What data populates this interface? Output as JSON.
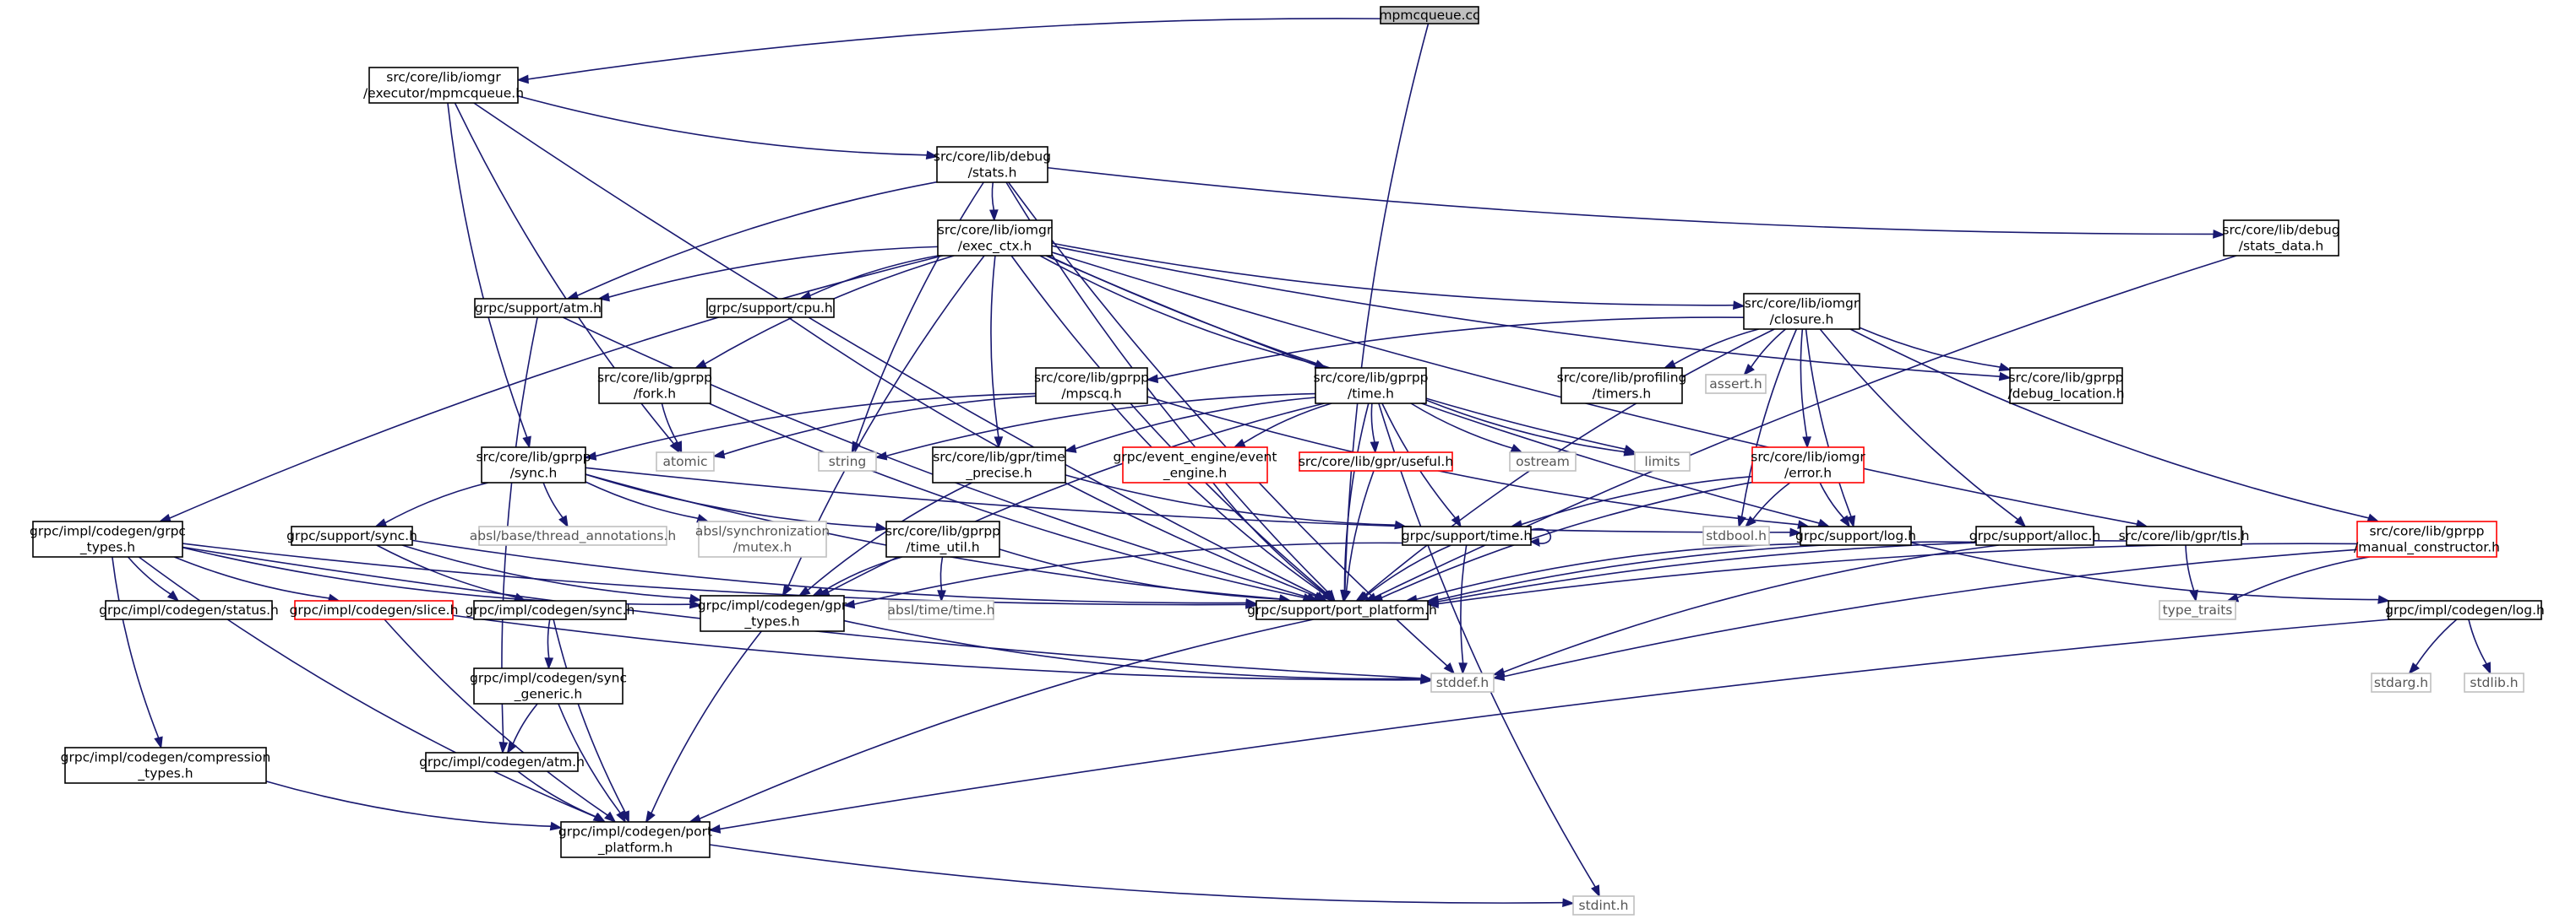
{
  "colors": {
    "edge": "#191970",
    "box_border": "#000000",
    "truncated_border": "#ff0000",
    "missing_border": "#bfbfbf",
    "missing_text": "#555555",
    "root_fill": "#bfbfbf",
    "text": "#000000"
  },
  "nodes": {
    "root": {
      "lines": [
        "mpmcqueue.cc"
      ],
      "kind": "root"
    },
    "mpmcq": {
      "lines": [
        "src/core/lib/iomgr",
        "/executor/mpmcqueue.h"
      ],
      "kind": "normal"
    },
    "stats": {
      "lines": [
        "src/core/lib/debug",
        "/stats.h"
      ],
      "kind": "normal"
    },
    "execctx": {
      "lines": [
        "src/core/lib/iomgr",
        "/exec_ctx.h"
      ],
      "kind": "normal"
    },
    "statsdata": {
      "lines": [
        "src/core/lib/debug",
        "/stats_data.h"
      ],
      "kind": "normal"
    },
    "atm": {
      "lines": [
        "grpc/support/atm.h"
      ],
      "kind": "normal"
    },
    "cpu": {
      "lines": [
        "grpc/support/cpu.h"
      ],
      "kind": "normal"
    },
    "closure": {
      "lines": [
        "src/core/lib/iomgr",
        "/closure.h"
      ],
      "kind": "normal"
    },
    "fork": {
      "lines": [
        "src/core/lib/gprpp",
        "/fork.h"
      ],
      "kind": "normal"
    },
    "mpscq": {
      "lines": [
        "src/core/lib/gprpp",
        "/mpscq.h"
      ],
      "kind": "normal"
    },
    "time": {
      "lines": [
        "src/core/lib/gprpp",
        "/time.h"
      ],
      "kind": "normal"
    },
    "timers": {
      "lines": [
        "src/core/lib/profiling",
        "/timers.h"
      ],
      "kind": "normal"
    },
    "assert": {
      "lines": [
        "assert.h"
      ],
      "kind": "missing"
    },
    "debugloc": {
      "lines": [
        "src/core/lib/gprpp",
        "/debug_location.h"
      ],
      "kind": "normal"
    },
    "atomic": {
      "lines": [
        "atomic"
      ],
      "kind": "missing"
    },
    "string": {
      "lines": [
        "string"
      ],
      "kind": "missing"
    },
    "timeprecise": {
      "lines": [
        "src/core/lib/gpr/time",
        "_precise.h"
      ],
      "kind": "normal"
    },
    "eventengine": {
      "lines": [
        "grpc/event_engine/event",
        "_engine.h"
      ],
      "kind": "truncated"
    },
    "useful": {
      "lines": [
        "src/core/lib/gpr/useful.h"
      ],
      "kind": "truncated"
    },
    "ostream": {
      "lines": [
        "ostream"
      ],
      "kind": "missing"
    },
    "limits": {
      "lines": [
        "limits"
      ],
      "kind": "missing"
    },
    "error": {
      "lines": [
        "src/core/lib/iomgr",
        "/error.h"
      ],
      "kind": "truncated"
    },
    "sync": {
      "lines": [
        "src/core/lib/gprpp",
        "/sync.h"
      ],
      "kind": "normal"
    },
    "grpctypes": {
      "lines": [
        "grpc/impl/codegen/grpc",
        "_types.h"
      ],
      "kind": "normal"
    },
    "absl_ta": {
      "lines": [
        "absl/base/thread_annotations.h"
      ],
      "kind": "missing"
    },
    "absl_mutex": {
      "lines": [
        "absl/synchronization",
        "/mutex.h"
      ],
      "kind": "missing"
    },
    "timeutil": {
      "lines": [
        "src/core/lib/gprpp",
        "/time_util.h"
      ],
      "kind": "normal"
    },
    "suptime": {
      "lines": [
        "grpc/support/time.h"
      ],
      "kind": "normal"
    },
    "stdbool": {
      "lines": [
        "stdbool.h"
      ],
      "kind": "missing"
    },
    "suplog": {
      "lines": [
        "grpc/support/log.h"
      ],
      "kind": "normal"
    },
    "alloc": {
      "lines": [
        "grpc/support/alloc.h"
      ],
      "kind": "normal"
    },
    "tls": {
      "lines": [
        "src/core/lib/gpr/tls.h"
      ],
      "kind": "normal"
    },
    "manual": {
      "lines": [
        "src/core/lib/gprpp",
        "/manual_constructor.h"
      ],
      "kind": "truncated"
    },
    "supsync": {
      "lines": [
        "grpc/support/sync.h"
      ],
      "kind": "normal"
    },
    "status": {
      "lines": [
        "grpc/impl/codegen/status.h"
      ],
      "kind": "normal"
    },
    "slice": {
      "lines": [
        "grpc/impl/codegen/slice.h"
      ],
      "kind": "truncated"
    },
    "codegensync": {
      "lines": [
        "grpc/impl/codegen/sync.h"
      ],
      "kind": "normal"
    },
    "gprtypes": {
      "lines": [
        "grpc/impl/codegen/gpr",
        "_types.h"
      ],
      "kind": "normal"
    },
    "abseltime": {
      "lines": [
        "absl/time/time.h"
      ],
      "kind": "missing"
    },
    "portplat": {
      "lines": [
        "grpc/support/port_platform.h"
      ],
      "kind": "normal"
    },
    "typetraits": {
      "lines": [
        "type_traits"
      ],
      "kind": "missing"
    },
    "codegenlog": {
      "lines": [
        "grpc/impl/codegen/log.h"
      ],
      "kind": "normal"
    },
    "stddef": {
      "lines": [
        "stddef.h"
      ],
      "kind": "missing"
    },
    "stdarg": {
      "lines": [
        "stdarg.h"
      ],
      "kind": "missing"
    },
    "stdlib": {
      "lines": [
        "stdlib.h"
      ],
      "kind": "missing"
    },
    "syncgeneric": {
      "lines": [
        "grpc/impl/codegen/sync",
        "_generic.h"
      ],
      "kind": "normal"
    },
    "compression": {
      "lines": [
        "grpc/impl/codegen/compression",
        "_types.h"
      ],
      "kind": "normal"
    },
    "codegenatm": {
      "lines": [
        "grpc/impl/codegen/atm.h"
      ],
      "kind": "normal"
    },
    "codegenport": {
      "lines": [
        "grpc/impl/codegen/port",
        "_platform.h"
      ],
      "kind": "normal"
    },
    "stdint": {
      "lines": [
        "stdint.h"
      ],
      "kind": "missing"
    }
  },
  "edges": [
    [
      "root",
      "mpmcq"
    ],
    [
      "root",
      "portplat"
    ],
    [
      "mpmcq",
      "stats"
    ],
    [
      "mpmcq",
      "atomic"
    ],
    [
      "mpmcq",
      "sync"
    ],
    [
      "mpmcq",
      "portplat"
    ],
    [
      "stats",
      "execctx"
    ],
    [
      "stats",
      "atm"
    ],
    [
      "stats",
      "string"
    ],
    [
      "stats",
      "statsdata"
    ],
    [
      "stats",
      "portplat"
    ],
    [
      "stats",
      "stddef"
    ],
    [
      "statsdata",
      "portplat"
    ],
    [
      "execctx",
      "atm"
    ],
    [
      "execctx",
      "cpu"
    ],
    [
      "execctx",
      "fork"
    ],
    [
      "execctx",
      "timeprecise"
    ],
    [
      "execctx",
      "time"
    ],
    [
      "execctx",
      "closure"
    ],
    [
      "execctx",
      "debugloc"
    ],
    [
      "execctx",
      "portplat"
    ],
    [
      "execctx",
      "limits"
    ],
    [
      "execctx",
      "suplog"
    ],
    [
      "execctx",
      "tls"
    ],
    [
      "execctx",
      "grpctypes"
    ],
    [
      "execctx",
      "gprtypes"
    ],
    [
      "atm",
      "portplat"
    ],
    [
      "atm",
      "codegenatm"
    ],
    [
      "cpu",
      "portplat"
    ],
    [
      "fork",
      "atomic"
    ],
    [
      "fork",
      "portplat"
    ],
    [
      "closure",
      "mpscq"
    ],
    [
      "closure",
      "timers"
    ],
    [
      "closure",
      "assert"
    ],
    [
      "closure",
      "debugloc"
    ],
    [
      "closure",
      "error"
    ],
    [
      "closure",
      "suplog"
    ],
    [
      "closure",
      "alloc"
    ],
    [
      "closure",
      "manual"
    ],
    [
      "closure",
      "portplat"
    ],
    [
      "closure",
      "stdbool"
    ],
    [
      "mpscq",
      "sync"
    ],
    [
      "mpscq",
      "atomic"
    ],
    [
      "mpscq",
      "suplog"
    ],
    [
      "mpscq",
      "portplat"
    ],
    [
      "time",
      "string"
    ],
    [
      "time",
      "ostream"
    ],
    [
      "time",
      "limits"
    ],
    [
      "time",
      "timeprecise"
    ],
    [
      "time",
      "eventengine"
    ],
    [
      "time",
      "useful"
    ],
    [
      "time",
      "suptime"
    ],
    [
      "time",
      "portplat"
    ],
    [
      "time",
      "stdint"
    ],
    [
      "time",
      "gprtypes"
    ],
    [
      "timeprecise",
      "suptime"
    ],
    [
      "timeprecise",
      "gprtypes"
    ],
    [
      "eventengine",
      "portplat"
    ],
    [
      "useful",
      "portplat"
    ],
    [
      "error",
      "suptime"
    ],
    [
      "error",
      "suplog"
    ],
    [
      "error",
      "stdbool"
    ],
    [
      "error",
      "portplat"
    ],
    [
      "sync",
      "supsync"
    ],
    [
      "sync",
      "absl_ta"
    ],
    [
      "sync",
      "absl_mutex"
    ],
    [
      "sync",
      "timeutil"
    ],
    [
      "sync",
      "suplog"
    ],
    [
      "sync",
      "portplat"
    ],
    [
      "timeutil",
      "abseltime"
    ],
    [
      "timeutil",
      "gprtypes"
    ],
    [
      "timeutil",
      "portplat"
    ],
    [
      "suptime",
      "suptime"
    ],
    [
      "suptime",
      "gprtypes"
    ],
    [
      "suptime",
      "portplat"
    ],
    [
      "suptime",
      "stddef"
    ],
    [
      "suplog",
      "portplat"
    ],
    [
      "suplog",
      "codegenlog"
    ],
    [
      "alloc",
      "portplat"
    ],
    [
      "alloc",
      "stddef"
    ],
    [
      "tls",
      "portplat"
    ],
    [
      "tls",
      "typetraits"
    ],
    [
      "manual",
      "typetraits"
    ],
    [
      "manual",
      "portplat"
    ],
    [
      "manual",
      "stddef"
    ],
    [
      "supsync",
      "portplat"
    ],
    [
      "supsync",
      "gprtypes"
    ],
    [
      "supsync",
      "codegensync"
    ],
    [
      "grpctypes",
      "status"
    ],
    [
      "grpctypes",
      "slice"
    ],
    [
      "grpctypes",
      "compression"
    ],
    [
      "grpctypes",
      "gprtypes"
    ],
    [
      "grpctypes",
      "portplat"
    ],
    [
      "grpctypes",
      "stddef"
    ],
    [
      "grpctypes",
      "codegenport"
    ],
    [
      "slice",
      "codegenport"
    ],
    [
      "slice",
      "stddef"
    ],
    [
      "codegensync",
      "syncgeneric"
    ],
    [
      "codegensync",
      "codegenport"
    ],
    [
      "syncgeneric",
      "codegenatm"
    ],
    [
      "syncgeneric",
      "codegenport"
    ],
    [
      "codegenatm",
      "codegenport"
    ],
    [
      "compression",
      "codegenport"
    ],
    [
      "gprtypes",
      "stddef"
    ],
    [
      "gprtypes",
      "codegenport"
    ],
    [
      "portplat",
      "codegenport"
    ],
    [
      "codegenlog",
      "stdarg"
    ],
    [
      "codegenlog",
      "stdlib"
    ],
    [
      "codegenlog",
      "codegenport"
    ],
    [
      "codegenport",
      "stdint"
    ]
  ]
}
